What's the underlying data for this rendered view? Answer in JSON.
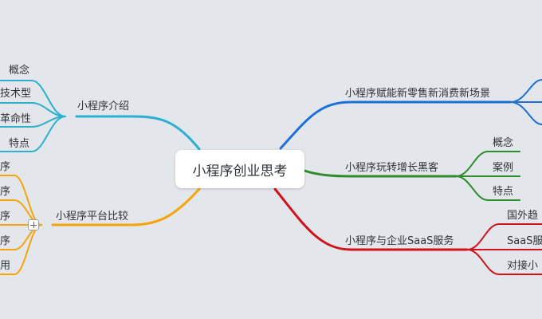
{
  "root": {
    "label": "小程序创业思考"
  },
  "colors": {
    "background": "#e3e6ea",
    "blue_branch": "#1f6fd8",
    "cyan_branch": "#2bb0d0",
    "green_branch": "#2e8b2e",
    "orange_branch": "#f5a50a",
    "red_branch": "#d0121b"
  },
  "branches": {
    "intro": {
      "label": "小程序介绍",
      "children": [
        "概念",
        "技术型",
        "革命性",
        "特点"
      ]
    },
    "platform": {
      "label": "小程序平台比较",
      "children": [
        "序",
        "序",
        "序",
        "序",
        "用"
      ]
    },
    "retail": {
      "label": "小程序赋能新零售新消费新场景",
      "children": []
    },
    "growth": {
      "label": "小程序玩转增长黑客",
      "children": [
        "概念",
        "案例",
        "特点"
      ]
    },
    "saas": {
      "label": "小程序与企业SaaS服务",
      "children": [
        "国外趋",
        "SaaS服",
        "对接小"
      ]
    }
  }
}
